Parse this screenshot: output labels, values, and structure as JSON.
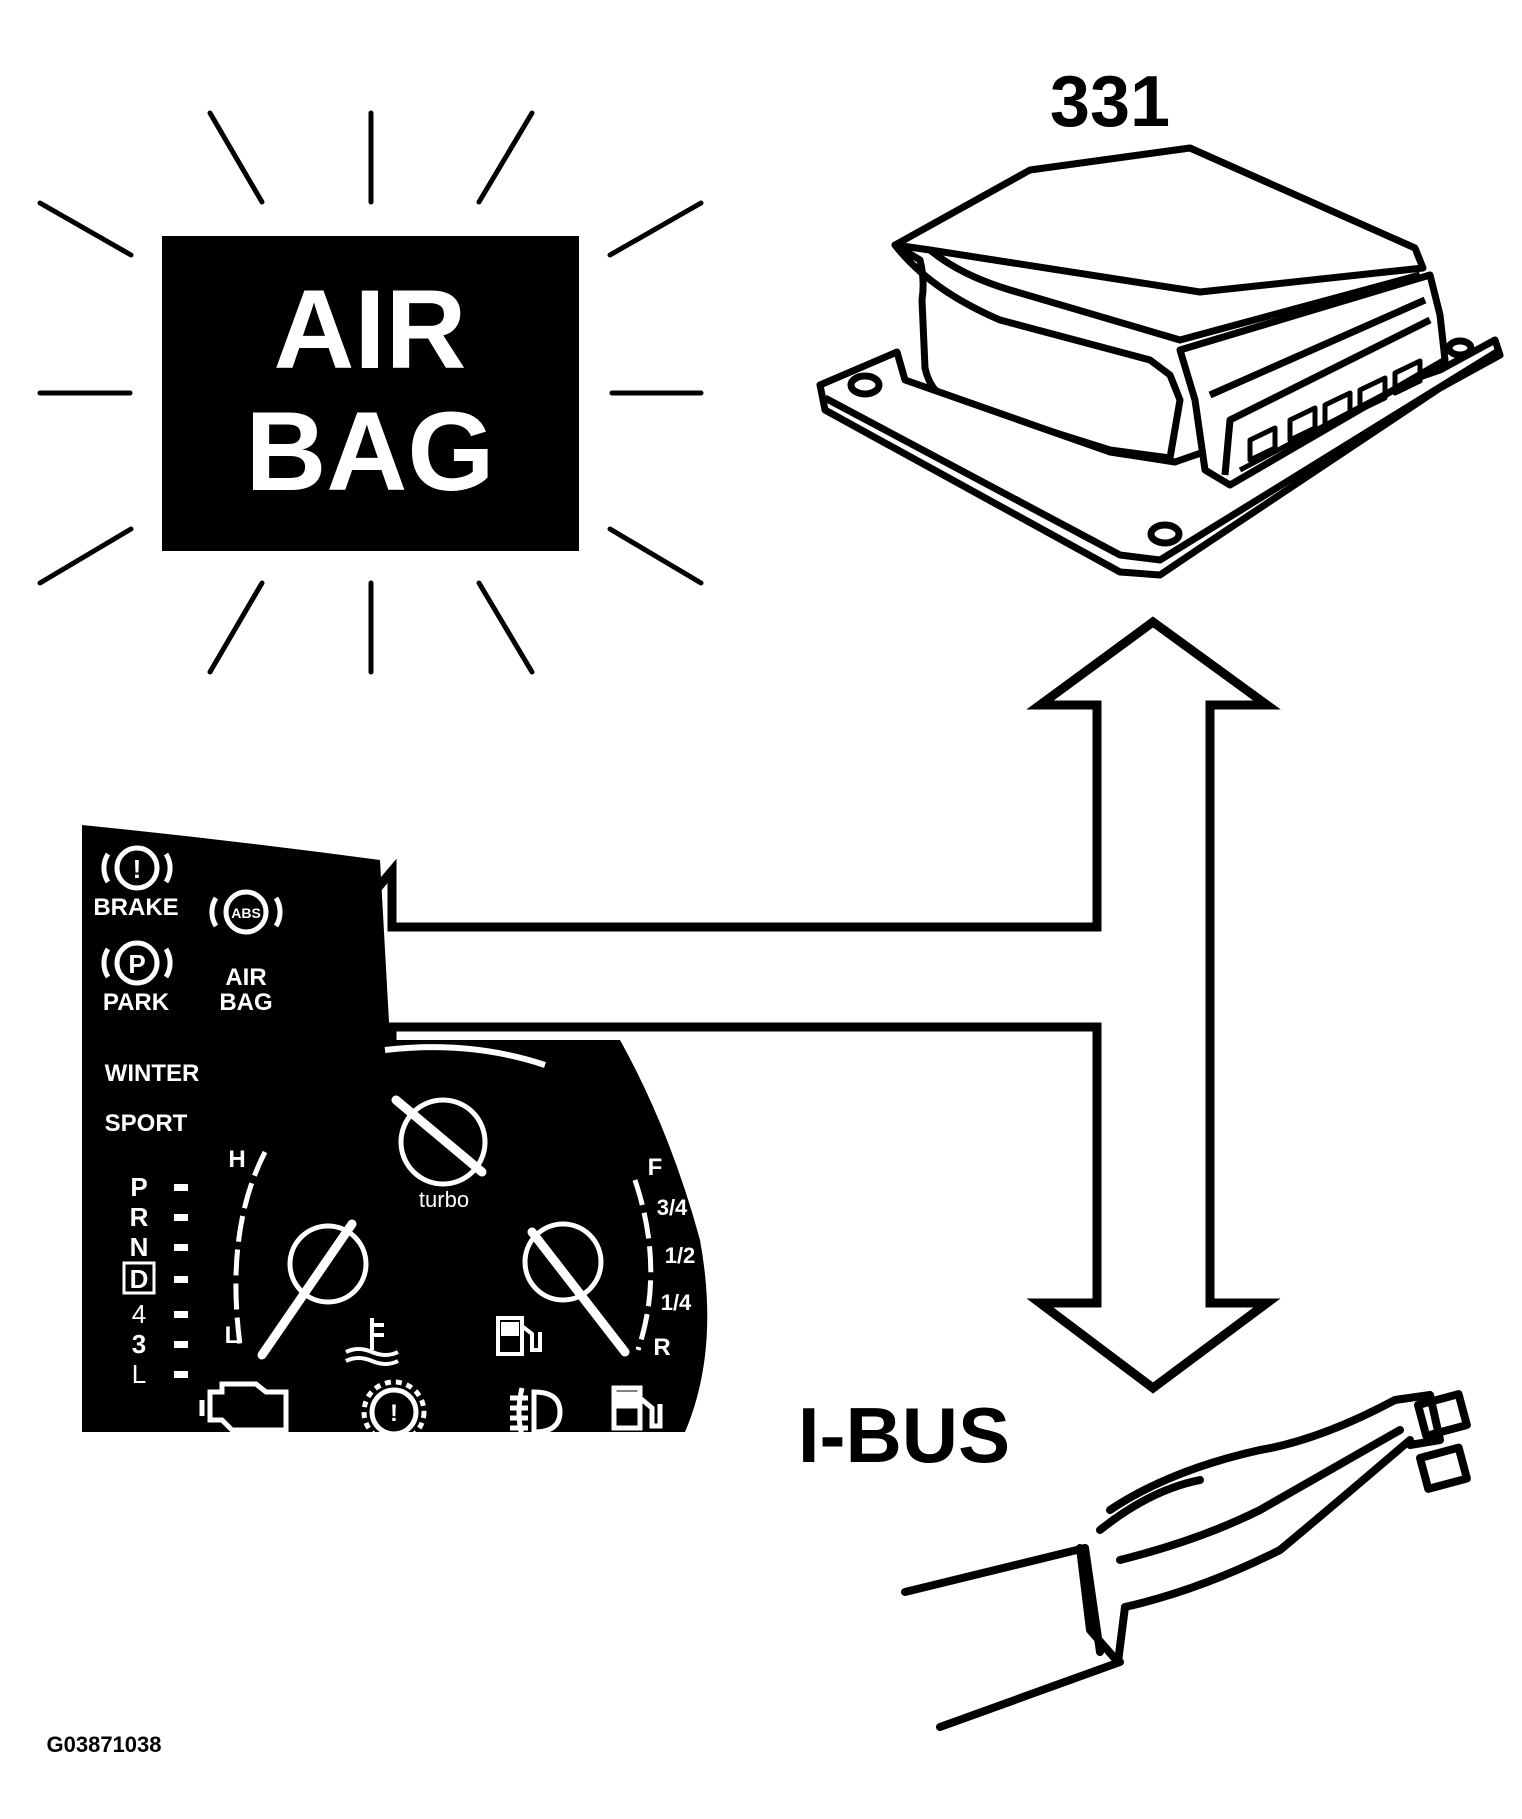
{
  "warning_lamp": {
    "line1": "AIR",
    "line2": "BAG"
  },
  "control_module": {
    "number": "331"
  },
  "bus": {
    "label": "I-BUS"
  },
  "instrument_cluster": {
    "lamps": {
      "brake": "BRAKE",
      "park": "PARK",
      "abs": "ABS",
      "airbag_line1": "AIR",
      "airbag_line2": "BAG",
      "winter": "WINTER",
      "sport": "SPORT"
    },
    "gear_positions": [
      "P",
      "R",
      "N",
      "D",
      "4",
      "3",
      "L"
    ],
    "temp_gauge": {
      "high": "H",
      "low": "L"
    },
    "fuel_gauge": {
      "full": "F",
      "three_quarter": "3/4",
      "half": "1/2",
      "quarter": "1/4",
      "reserve": "R"
    },
    "turbo_label": "turbo"
  },
  "figure_id": "G03871038",
  "colors": {
    "ink": "#000000",
    "paper": "#ffffff"
  }
}
